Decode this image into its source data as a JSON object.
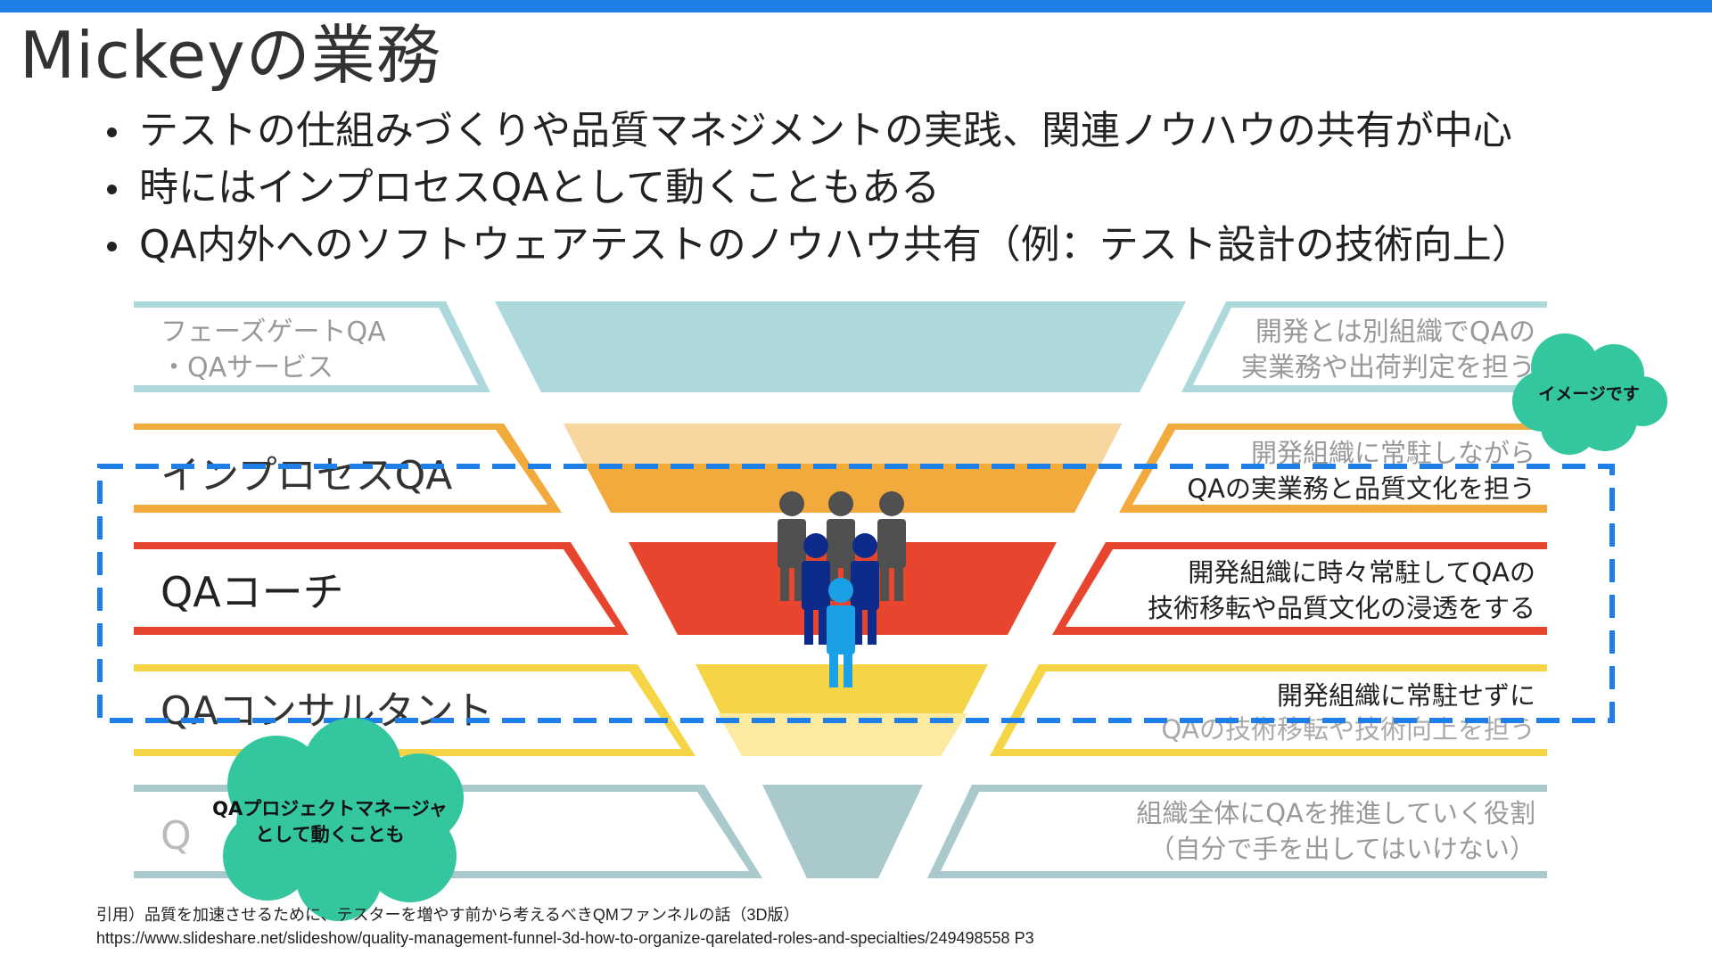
{
  "slide": {
    "title": "Mickeyの業務",
    "bullets": [
      "テストの仕組みづくりや品質マネジメントの実践、関連ノウハウの共有が中心",
      "時にはインプロセスQAとして動くこともある",
      "QA内外へのソフトウェアテストのノウハウ共有（例：テスト設計の技術向上）"
    ],
    "accent_color": "#1e7fe8"
  },
  "funnel": {
    "left_labels": {
      "phase_gate_line1": "フェーズゲートQA",
      "phase_gate_line2": "・QAサービス",
      "in_process": "インプロセスQA",
      "coach": "QAコーチ",
      "consultant": "QAコンサルタント",
      "manager_partial": "Q"
    },
    "right_labels": {
      "row1_line1": "開発とは別組織でQAの",
      "row1_line2": "実業務や出荷判定を担う",
      "row2_line1": "開発組織に常駐しながら",
      "row2_line2": "QAの実業務と品質文化を担う",
      "row3_line1": "開発組織に時々常駐してQAの",
      "row3_line2": "技術移転や品質文化の浸透をする",
      "row4_line1": "開発組織に常駐せずに",
      "row4_line2": "QAの技術移転や技術向上を担う",
      "row5_line1": "組織全体にQAを推進していく役割",
      "row5_line2": "（自分で手を出してはいけない）"
    },
    "colors": {
      "teal": "#aed9dc",
      "orange": "#f2aa3c",
      "red": "#e8452f",
      "yellow": "#f5d445",
      "slate": "#a9c9cc",
      "highlight_border": "#1e7fe8",
      "cloud": "#34c79f"
    }
  },
  "callouts": {
    "image_note": "イメージです",
    "pm_note_line1": "QAプロジェクトマネージャ",
    "pm_note_line2": "として動くことも"
  },
  "citation": {
    "line1": "引用）品質を加速させるために、テスターを増やす前から考えるべきQMファンネルの話（3D版）",
    "line2": "https://www.slideshare.net/slideshow/quality-management-funnel-3d-how-to-organize-qarelated-roles-and-specialties/249498558 P3"
  }
}
